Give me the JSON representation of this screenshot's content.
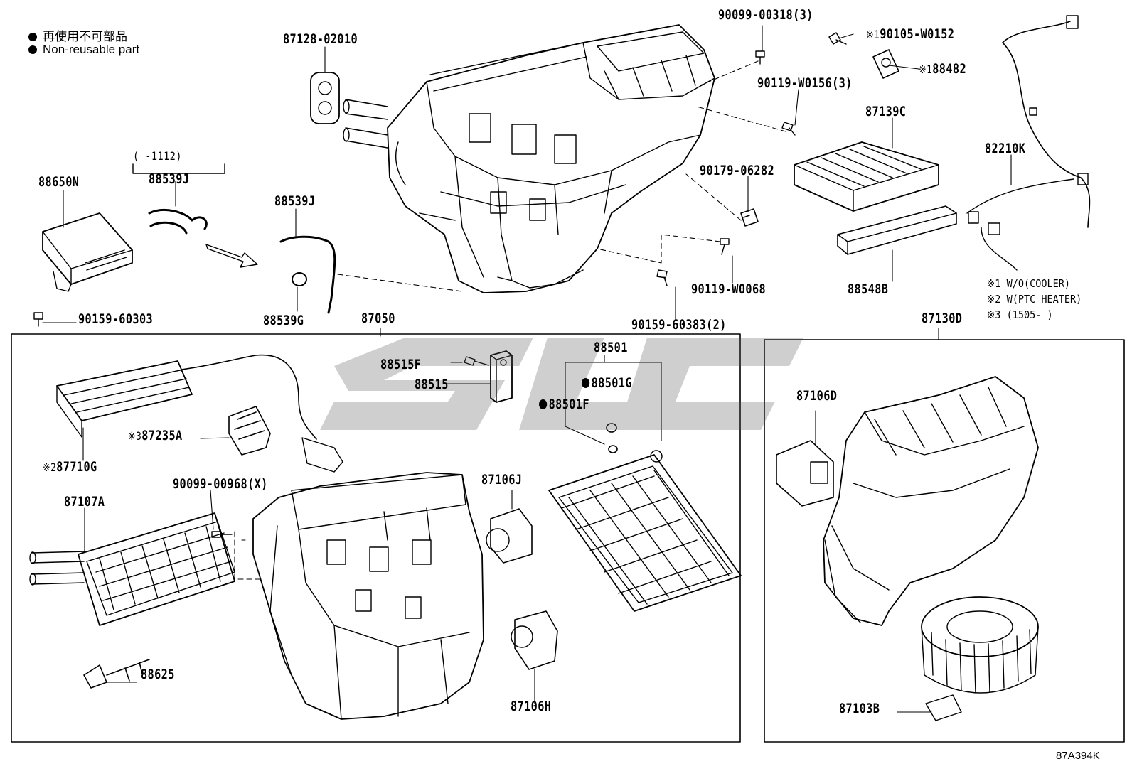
{
  "legend": {
    "line1": "再使用不可部品",
    "line2": "Non-reusable part"
  },
  "labels": {
    "p87128_02010": "87128-02010",
    "p90099_00318": "90099-00318(3)",
    "p90105_W0152": "90105-W0152",
    "p88482": "88482",
    "p90119_W0156": "90119-W0156(3)",
    "p87139C": "87139C",
    "p82210K": "82210K",
    "p88650N": "88650N",
    "p1112": "(    -1112)",
    "p88539J_a": "88539J",
    "p88539J_b": "88539J",
    "p90179_06282": "90179-06282",
    "p90119_W0068": "90119-W0068",
    "p88548B": "88548B",
    "p90159_60303": "90159-60303",
    "p88539G": "88539G",
    "p87050": "87050",
    "p90159_60383": "90159-60383(2)",
    "p87130D": "87130D",
    "p88515F": "88515F",
    "p88501": "88501",
    "p88515": "88515",
    "p88501G": "88501G",
    "p88501F": "88501F",
    "p87106D": "87106D",
    "p87235A": "87235A",
    "p87710G": "87710G",
    "p90099_00968": "90099-00968(X)",
    "p87106J": "87106J",
    "p87107A": "87107A",
    "p88625": "88625",
    "p87106H": "87106H",
    "p87103B": "87103B"
  },
  "marks": {
    "m1": "※1",
    "m2": "※2",
    "m3": "※3"
  },
  "notes": {
    "n1": "※1 W/O(COOLER)",
    "n2": "※2 W(PTC HEATER)",
    "n3": "※3 (1505-      )"
  },
  "code": "87A394K"
}
